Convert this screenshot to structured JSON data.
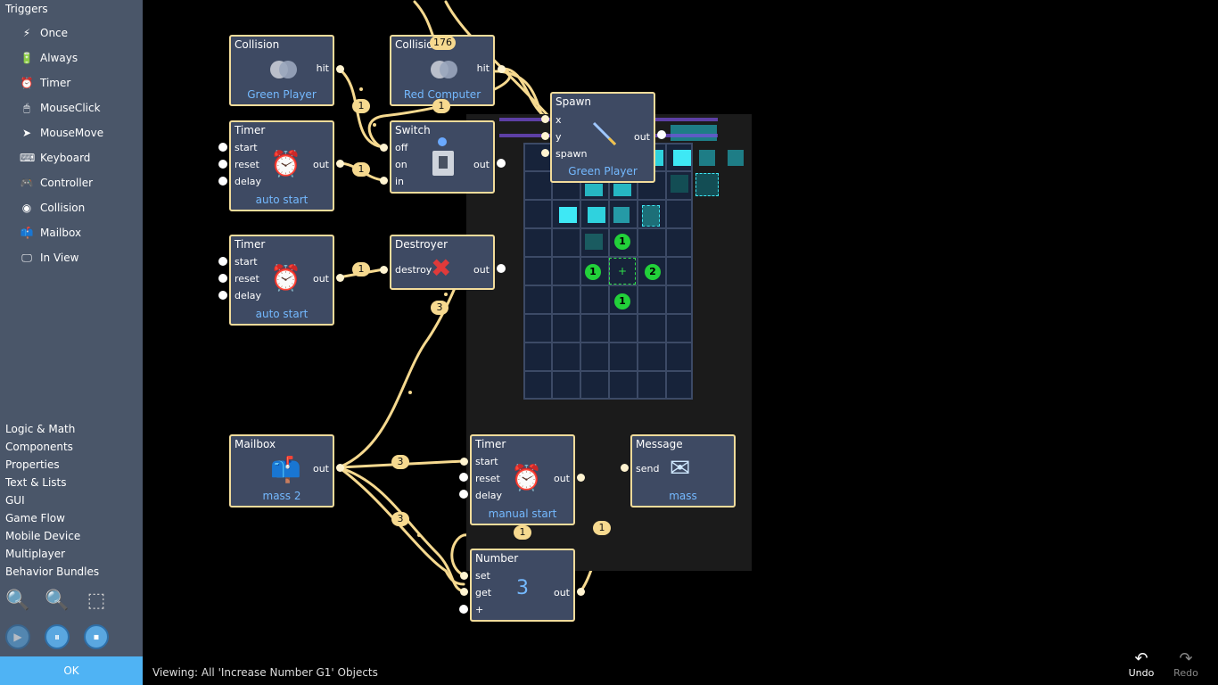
{
  "sidebar": {
    "title": "Triggers",
    "triggers": [
      {
        "label": "Once",
        "icon": "⚡"
      },
      {
        "label": "Always",
        "icon": "🔋"
      },
      {
        "label": "Timer",
        "icon": "⏰"
      },
      {
        "label": "MouseClick",
        "icon": "🖱"
      },
      {
        "label": "MouseMove",
        "icon": "➤"
      },
      {
        "label": "Keyboard",
        "icon": "⌨"
      },
      {
        "label": "Controller",
        "icon": "🎮"
      },
      {
        "label": "Collision",
        "icon": "◉"
      },
      {
        "label": "Mailbox",
        "icon": "📫"
      },
      {
        "label": "In View",
        "icon": "🖵"
      }
    ],
    "categories": [
      "Logic & Math",
      "Components",
      "Properties",
      "Text & Lists",
      "GUI",
      "Game Flow",
      "Mobile Device",
      "Multiplayer",
      "Behavior Bundles"
    ],
    "zoom_in": "🔍",
    "zoom_out": "🔍",
    "select": "⬚",
    "play": "▶",
    "pause": "⏸",
    "stop": "⏹",
    "ok_label": "OK"
  },
  "nodes": {
    "collision1": {
      "title": "Collision",
      "out": "hit",
      "sub": "Green Player"
    },
    "collision2": {
      "title": "Collision",
      "out": "hit",
      "sub": "Red Computer"
    },
    "timer1": {
      "title": "Timer",
      "pins": [
        "start",
        "reset",
        "delay"
      ],
      "out": "out",
      "sub": "auto start",
      "icon": "⏰"
    },
    "switch": {
      "title": "Switch",
      "pins": [
        "off",
        "on",
        "in"
      ],
      "out": "out"
    },
    "timer2": {
      "title": "Timer",
      "pins": [
        "start",
        "reset",
        "delay"
      ],
      "out": "out",
      "sub": "auto start",
      "icon": "⏰"
    },
    "destroyer": {
      "title": "Destroyer",
      "pins": [
        "destroy"
      ],
      "out": "out",
      "icon": "✖"
    },
    "spawn": {
      "title": "Spawn",
      "pins": [
        "x",
        "y",
        "spawn"
      ],
      "out": "out",
      "sub": "Green Player"
    },
    "mailbox": {
      "title": "Mailbox",
      "out": "out",
      "sub": "mass 2",
      "icon": "📫"
    },
    "timer3": {
      "title": "Timer",
      "pins": [
        "start",
        "reset",
        "delay"
      ],
      "out": "out",
      "sub": "manual start",
      "icon": "⏰"
    },
    "message": {
      "title": "Message",
      "pins": [
        "send"
      ],
      "sub": "mass",
      "icon": "✉"
    },
    "number": {
      "title": "Number",
      "pins": [
        "set",
        "get",
        "+"
      ],
      "out": "out",
      "value": "3"
    }
  },
  "badges": [
    "176",
    "1",
    "1",
    "1",
    "1",
    "3",
    "3",
    "3",
    "1",
    "1"
  ],
  "grid_markers": [
    "1",
    "1",
    "2",
    "1"
  ],
  "status_text": "Viewing: All 'Increase Number G1' Objects",
  "undo_label": "Undo",
  "redo_label": "Redo",
  "colors": {
    "sidebar": "#4a5669",
    "node": "#3e4a63",
    "link": "#f6d98f",
    "accent": "#4fb3f4"
  }
}
